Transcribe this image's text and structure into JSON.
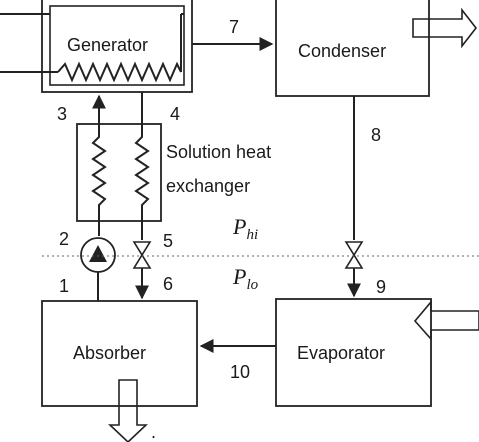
{
  "components": {
    "generator": "Generator",
    "condenser": "Condenser",
    "absorber": "Absorber",
    "evaporator": "Evaporator",
    "shx_line1": "Solution heat",
    "shx_line2": "exchanger"
  },
  "states": [
    "1",
    "2",
    "3",
    "4",
    "5",
    "6",
    "7",
    "8",
    "9",
    "10"
  ],
  "pressure": {
    "high_base": "P",
    "high_sub": "hi",
    "low_base": "P",
    "low_sub": "lo"
  },
  "footnote": "."
}
